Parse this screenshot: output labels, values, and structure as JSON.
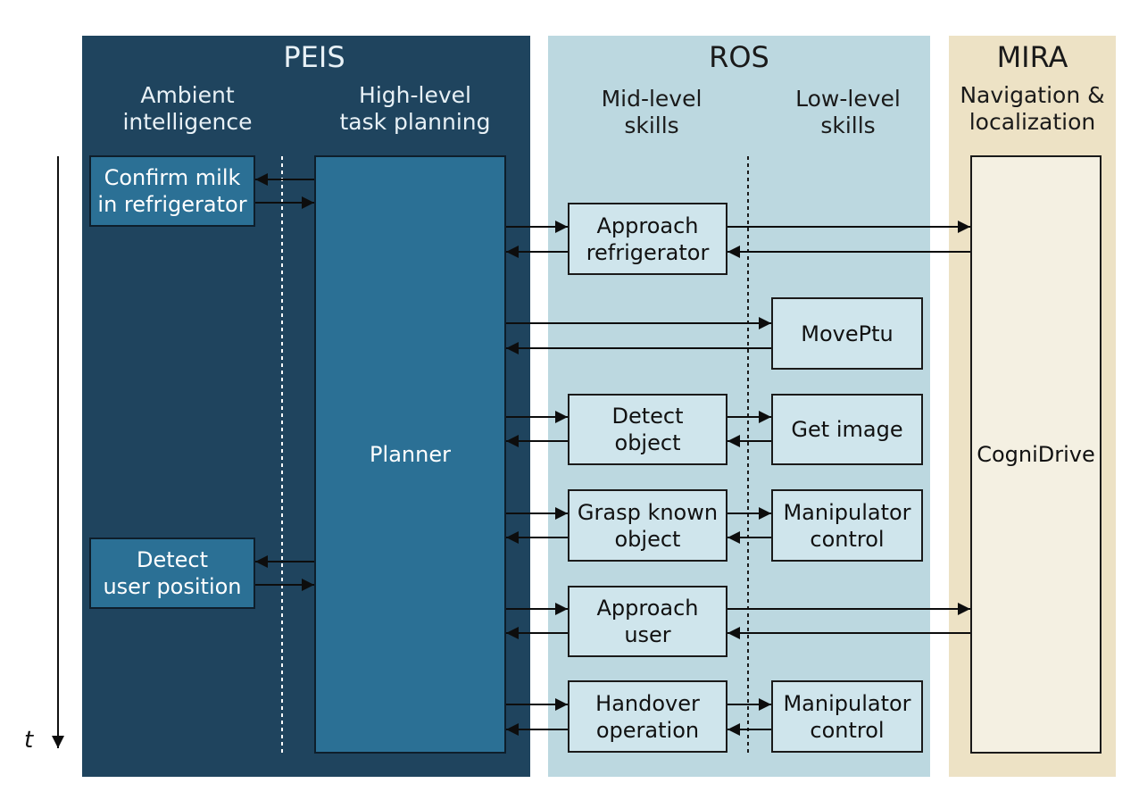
{
  "peis": {
    "title": "PEIS",
    "col1": "Ambient\nintelligence",
    "col2": "High-level\ntask planning",
    "confirm_milk": "Confirm milk\nin refrigerator",
    "detect_user": "Detect\nuser position",
    "planner": "Planner"
  },
  "ros": {
    "title": "ROS",
    "col1": "Mid-level\nskills",
    "col2": "Low-level\nskills",
    "approach_refrigerator": "Approach\nrefrigerator",
    "moveptu": "MovePtu",
    "detect_object": "Detect\nobject",
    "get_image": "Get image",
    "grasp_known_object": "Grasp known\nobject",
    "manipulator_control_1": "Manipulator\ncontrol",
    "approach_user": "Approach\nuser",
    "handover_operation": "Handover\noperation",
    "manipulator_control_2": "Manipulator\ncontrol"
  },
  "mira": {
    "title": "MIRA",
    "col1": "Navigation &\nlocalization",
    "cognidrive": "CogniDrive"
  },
  "time_axis_label": "t",
  "colors": {
    "peis_bg": "#1f445e",
    "peis_box": "#2b7095",
    "ros_bg": "#bcd8e0",
    "ros_box": "#cfe5ec",
    "mira_bg": "#ede2c5",
    "mira_box": "#f4f0e2"
  }
}
